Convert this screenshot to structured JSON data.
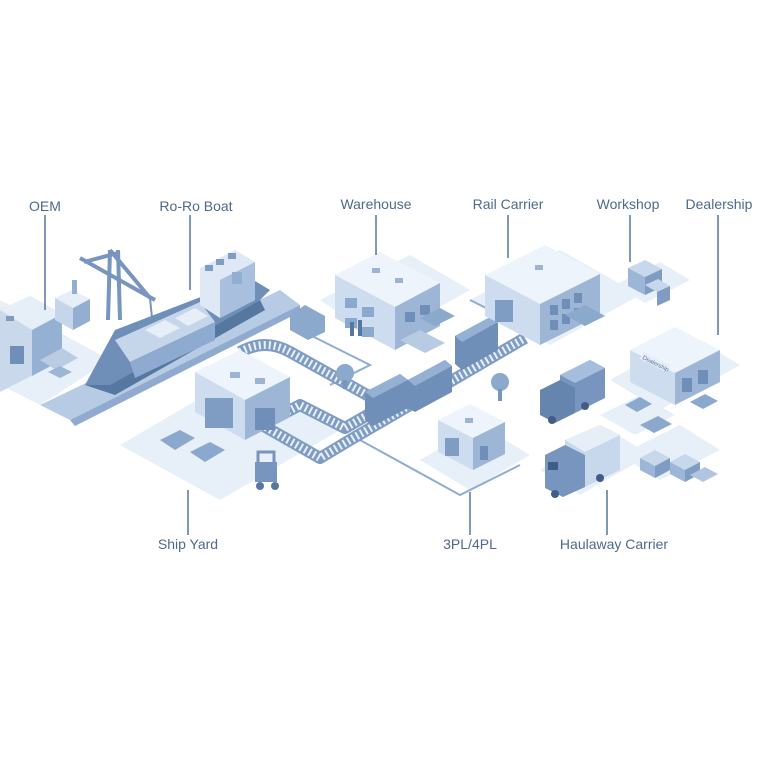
{
  "labels": {
    "oem": "OEM",
    "ro_ro_boat": "Ro-Ro Boat",
    "warehouse": "Warehouse",
    "rail_carrier": "Rail Carrier",
    "workshop": "Workshop",
    "dealership": "Dealership",
    "ship_yard": "Ship Yard",
    "third_party_logistics": "3PL/4PL",
    "haulaway_carrier": "Haulaway Carrier"
  },
  "dealership_sign": "Dealership",
  "colors": {
    "label_text": "#4e6a88",
    "leader_line": "#5d7ea3",
    "ground": "#dfe9f5",
    "building_light": "#e4eef8",
    "building_mid": "#b7cbe2",
    "building_dark": "#7f9cbf",
    "vehicle": "#7d9cc1",
    "water": "#a8bfdc"
  },
  "icons": [
    "oem-factory-icon",
    "ro-ro-ship-icon",
    "crane-icon",
    "warehouse-icon",
    "rail-depot-icon",
    "workshop-boxes-icon",
    "dealership-icon",
    "ship-yard-icon",
    "3pl-warehouse-icon",
    "haulaway-truck-icon",
    "train-icon",
    "forklift-icon",
    "tree-icon",
    "car-icon"
  ]
}
